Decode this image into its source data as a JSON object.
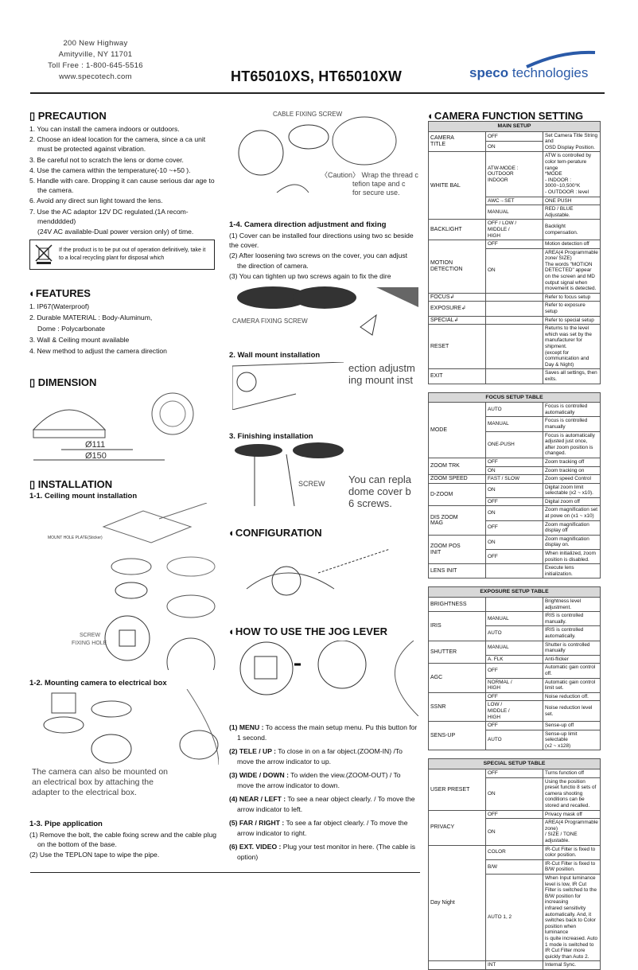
{
  "header": {
    "address": [
      "200 New Highway",
      "Amityville, NY 11701",
      "Toll Free : 1-800-645-5516",
      "www.specotech.com"
    ],
    "title": "HT65010XS,  HT65010XW",
    "logo": {
      "brand": "speco",
      "rest": " technologies",
      "color": "#2a5aa8"
    }
  },
  "precaution": {
    "heading": "PRECAUTION",
    "items": [
      "1. You can install the camera indoors or outdoors.",
      "2. Choose an ideal location for the camera, since a ca unit must be protected against vibration.",
      "3. Be careful not to scratch the lens or dome cover.",
      "4. Use the camera within the temperature(-10  ~+50  ).",
      "5. Handle with care. Dropping it can cause serious dar age to the camera.",
      "6. Avoid any direct sun light toward the lens.",
      "7. Use the AC adaptor 12V DC regulated.(1A recom-mendddded)",
      "(24V AC available-Dual power version only) of time."
    ],
    "recycle_note": "If the product is to be put out of operation definitively, take it to a local recycling plant for disposal which"
  },
  "features": {
    "heading": "FEATURES",
    "items": [
      "1. IP67(Waterproof)",
      "2. Durable MATERIAL : Body-Aluminum,",
      "Dome : Polycarbonate",
      "3. Wall & Ceiling mount available",
      "4. New method to adjust the camera direction"
    ]
  },
  "dimension": {
    "heading": "DIMENSION",
    "labels": [
      "Ø111",
      "Ø150"
    ]
  },
  "installation": {
    "heading": "INSTALLATION",
    "s1": "1-1. Ceiling mount installation",
    "s1_fig": [
      "MOUNT HOLE PLATE(Sticker)",
      "SCREW",
      "FIXING HOLE"
    ],
    "s2": "1-2. Mounting camera to electrical box",
    "s2_text": "The camera can also be mounted on an electrical box by attaching the adapter to the electrical box.",
    "s3": "1-3. Pipe application",
    "s3_items": [
      "(1) Remove the bolt, the cable fixing screw and the cable plug on the bottom of the base.",
      "(2) Use the TEPLON tape to wipe the pipe."
    ]
  },
  "middle": {
    "fig1_label": "CABLE FIXING SCREW",
    "caution": "〈Caution〉 Wrap the thread c\n                tefion tape and c\n                for secure use.",
    "s14": "1-4. Camera direction adjustment and fixing",
    "s14_items": [
      "(1) Cover can be installed four directions using two sc beside the cover.",
      "(2) After loosening two screws on the cover, you can adjust the direction of camera.",
      "(3) You can tighten up two screws again to fix the dire"
    ],
    "s14_fig": "CAMERA FIXING SCREW",
    "wall": "2. Wall mount installation",
    "wall_text": "ection adjustm\ning mount inst",
    "finish": "3. Finishing installation",
    "finish_text": "You can repla\ndome cover b\n6 screws.",
    "finish_label": "SCREW",
    "configuration": "CONFIGURATION",
    "jog": "HOW TO USE THE JOG LEVER",
    "jog_items": [
      {
        "k": "(1) MENU :",
        "v": " To access the main setup menu. Pu this button for 1 second."
      },
      {
        "k": "(2) TELE / UP :",
        "v": " To close in on a far object.(ZOOM-IN) /To move the arrow indicator to up."
      },
      {
        "k": "(3) WIDE / DOWN :",
        "v": " To widen the view.(ZOOM-OUT) / To move the arrow indicator to down."
      },
      {
        "k": "(4) NEAR / LEFT :",
        "v": " To see a near object clearly. / To move the arrow indicator to left."
      },
      {
        "k": "(5) FAR / RIGHT :",
        "v": " To see a far object clearly. / To move the arrow indicator to right."
      },
      {
        "k": "(6) EXT. VIDEO :",
        "v": " Plug your test monitor in here. (The cable is option)"
      }
    ]
  },
  "camera_function": {
    "heading": "CAMERA FUNCTION SETTING",
    "tables": [
      {
        "title": "MAIN SETUP",
        "rows": [
          {
            "l": "CAMERA\nTITLE",
            "ls": 2,
            "o": "OFF",
            "d": "Set Camera Title String and\nOSD Display Position.",
            "ds": 2
          },
          {
            "o": "ON"
          },
          {
            "l": "WHITE BAL",
            "ls": 3,
            "o": "ATW-MODE :\nOUTDOOR\nINDOOR",
            "d": "ATW is controlled by color tem-perature range\n*MODE\n- INDOOR : 3000~10,500°K\n- OUTDOOR : level"
          },
          {
            "o": "AWC→SET",
            "d": "ONE PUSH"
          },
          {
            "o": "MANUAL",
            "d": "RED / BLUE Adjustable."
          },
          {
            "l": "BACKLIGHT",
            "ls": 1,
            "o": "OFF / LOW /\nMIDDLE /\nHIGH",
            "d": "Backlight compensation."
          },
          {
            "l": "MOTION\nDETECTION",
            "ls": 2,
            "o": "OFF",
            "d": "Motion detection off"
          },
          {
            "o": "ON",
            "d": "AREA(4 Programmable zone/ SIZE)\nThe words \"MOTION DETECTED\" appear on the screen and MD output signal when movement is detected."
          },
          {
            "l": "FOCUS↲",
            "ls": 1,
            "o": "",
            "d": "Refer to focus setup"
          },
          {
            "l": "EXPOSURE↲",
            "ls": 1,
            "o": "",
            "d": "Refer to exposure setup"
          },
          {
            "l": "SPECIAL↲",
            "ls": 1,
            "o": "",
            "d": "Refer to special setup"
          },
          {
            "l": "RESET",
            "ls": 1,
            "o": "",
            "d": "Returns to the level which was set by the manufacturer for shipment.\n(except for communication and Day & Night)"
          },
          {
            "l": "EXIT",
            "ls": 1,
            "o": "",
            "d": "Saves all settings, then exits."
          }
        ]
      },
      {
        "title": "FOCUS SETUP TABLE",
        "rows": [
          {
            "l": "MODE",
            "ls": 3,
            "o": "AUTO",
            "d": "Focus is controlled automatically"
          },
          {
            "o": "MANUAL",
            "d": "Focus is controlled manually"
          },
          {
            "o": "ONE-PUSH",
            "d": "Focus is automatically adjusted just once, after zoom position is changed."
          },
          {
            "l": "ZOOM TRK",
            "ls": 2,
            "o": "OFF",
            "d": "Zoom tracking off"
          },
          {
            "o": "ON",
            "d": "Zoom tracking on"
          },
          {
            "l": "ZOOM SPEED",
            "ls": 1,
            "o": "FAST / SLOW",
            "d": "Zoom speed Control"
          },
          {
            "l": "D-ZOOM",
            "ls": 2,
            "o": "ON",
            "d": "Digital zoom limit selectable (x2 ~ x10)."
          },
          {
            "o": "OFF",
            "d": "Digital zoom off"
          },
          {
            "l": "DIS ZOOM\nMAG",
            "ls": 2,
            "o": "ON",
            "d": "Zoom magnification set at powe on (x1 ~ x10)"
          },
          {
            "o": "OFF",
            "d": "Zoom magnification display off"
          },
          {
            "l": "ZOOM POS\nINIT",
            "ls": 2,
            "o": "ON",
            "d": "Zoom magnification display on."
          },
          {
            "o": "OFF",
            "d": "When initialized, zoom position is disabled."
          },
          {
            "l": "LENS INIT",
            "ls": 1,
            "o": "",
            "d": "Execute lens initialization."
          }
        ]
      },
      {
        "title": "EXPOSURE SETUP TABLE",
        "rows": [
          {
            "l": "BRIGHTNESS",
            "ls": 1,
            "o": "",
            "d": "Brightness level adjustment."
          },
          {
            "l": "IRIS",
            "ls": 2,
            "o": "MANUAL",
            "d": "IRIS is controlled manually."
          },
          {
            "o": "AUTO",
            "d": "IRIS is controlled automatically."
          },
          {
            "l": "SHUTTER",
            "ls": 2,
            "o": "MANUAL",
            "d": "Shutter is controlled manually"
          },
          {
            "o": "A. FLK",
            "d": "Anti-flicker"
          },
          {
            "l": "AGC",
            "ls": 2,
            "o": "OFF",
            "d": "Automatic gain control off."
          },
          {
            "o": "NORMAL /\nHIGH",
            "d": "Automatic gain control limit set."
          },
          {
            "l": "SSNR",
            "ls": 2,
            "o": "OFF",
            "d": "Noise reduction off."
          },
          {
            "o": "LOW /\nMIDDLE /\nHIGH",
            "d": "Noise reduction level set."
          },
          {
            "l": "SENS-UP",
            "ls": 2,
            "o": "OFF",
            "d": "Sense-up off"
          },
          {
            "o": "AUTO",
            "d": "Sense-up limit selectable\n(x2 ~ x128)"
          }
        ]
      },
      {
        "title": "SPECIAL SETUP TABLE",
        "rows": [
          {
            "l": "USER PRESET",
            "ls": 2,
            "o": "OFF",
            "d": "Turns function off"
          },
          {
            "o": "ON",
            "d": "Using the position preset functio 8 sets of camera shooting conditions can be stored and recalled."
          },
          {
            "l": "PRIVACY",
            "ls": 2,
            "o": "OFF",
            "d": "Privacy mask off"
          },
          {
            "o": "ON",
            "d": "AREA(4 Programmable zone)\n/ SIZE / TONE adjustable."
          },
          {
            "l": "Day Night",
            "ls": 3,
            "o": "COLOR",
            "d": "IR-Cut Filter is fixed to color position."
          },
          {
            "o": "B/W",
            "d": "IR-Cut Filter is fixed to B/W position."
          },
          {
            "o": "AUTO 1, 2",
            "d": "When Input luminance level is low, IR Cut Filter is switched to the B/W position for increasing\ninfrared sensitivity automatically. And, it switches back to Color position when luminance\nis quite increased. Auto 1 mode is switched to IR Cut Filter more quickly than Auto 2."
          },
          {
            "l": "",
            "ls": 1,
            "o": "INT",
            "d": "Internal Sync."
          }
        ]
      }
    ]
  }
}
